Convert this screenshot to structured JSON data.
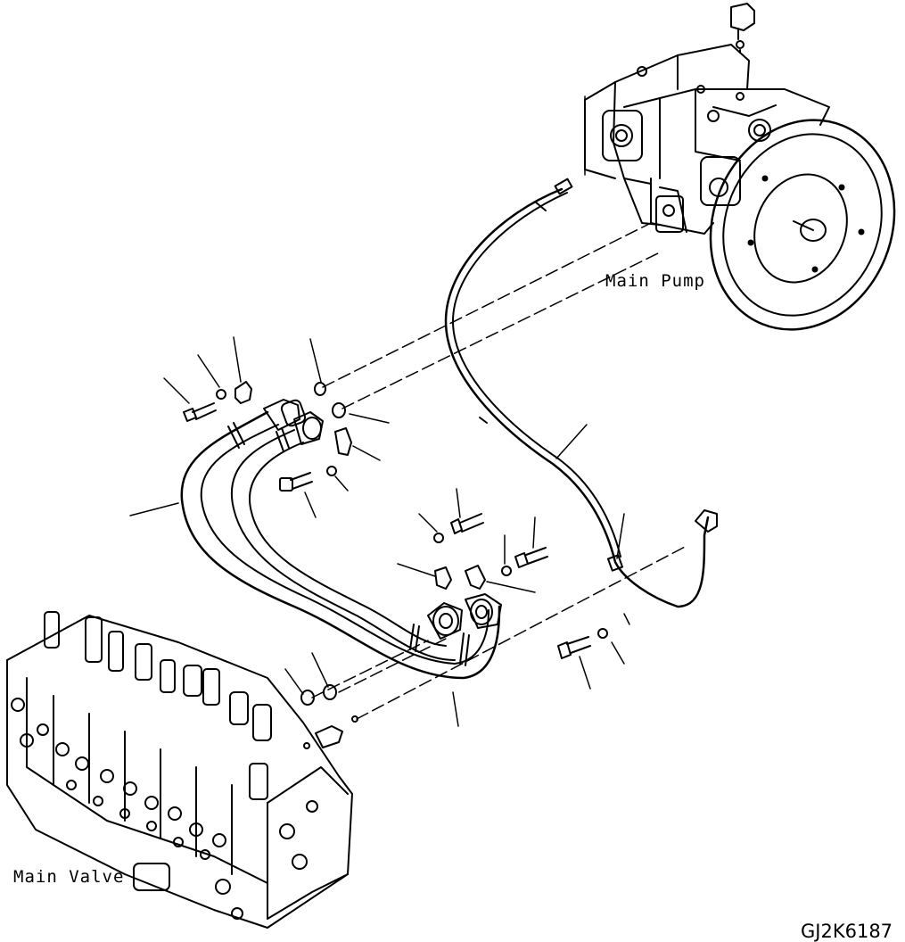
{
  "labels": {
    "main_pump": "Main Pump",
    "main_valve": "Main Valve",
    "drawing_code": "GJ2K6187"
  },
  "colors": {
    "line": "#000000",
    "background": "#ffffff"
  }
}
